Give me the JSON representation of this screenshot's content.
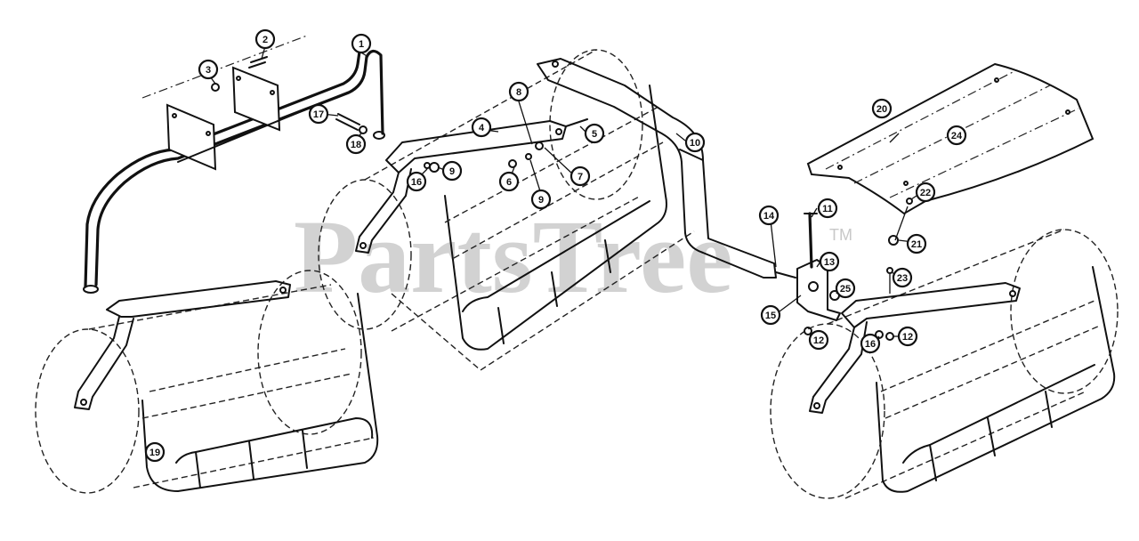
{
  "watermark": {
    "text": "PartsTree",
    "trademark": "TM"
  },
  "callouts": [
    {
      "id": "1",
      "label": "1"
    },
    {
      "id": "2",
      "label": "2"
    },
    {
      "id": "3",
      "label": "3"
    },
    {
      "id": "4",
      "label": "4"
    },
    {
      "id": "5",
      "label": "5"
    },
    {
      "id": "6",
      "label": "6"
    },
    {
      "id": "7",
      "label": "7"
    },
    {
      "id": "8",
      "label": "8"
    },
    {
      "id": "9a",
      "label": "9"
    },
    {
      "id": "9b",
      "label": "9"
    },
    {
      "id": "10",
      "label": "10"
    },
    {
      "id": "11",
      "label": "11"
    },
    {
      "id": "12a",
      "label": "12"
    },
    {
      "id": "12b",
      "label": "12"
    },
    {
      "id": "13",
      "label": "13"
    },
    {
      "id": "14",
      "label": "14"
    },
    {
      "id": "15",
      "label": "15"
    },
    {
      "id": "16a",
      "label": "16"
    },
    {
      "id": "16b",
      "label": "16"
    },
    {
      "id": "17",
      "label": "17"
    },
    {
      "id": "18",
      "label": "18"
    },
    {
      "id": "19",
      "label": "19"
    },
    {
      "id": "20",
      "label": "20"
    },
    {
      "id": "21",
      "label": "21"
    },
    {
      "id": "22",
      "label": "22"
    },
    {
      "id": "23",
      "label": "23"
    },
    {
      "id": "24",
      "label": "24"
    },
    {
      "id": "25",
      "label": "25"
    }
  ]
}
